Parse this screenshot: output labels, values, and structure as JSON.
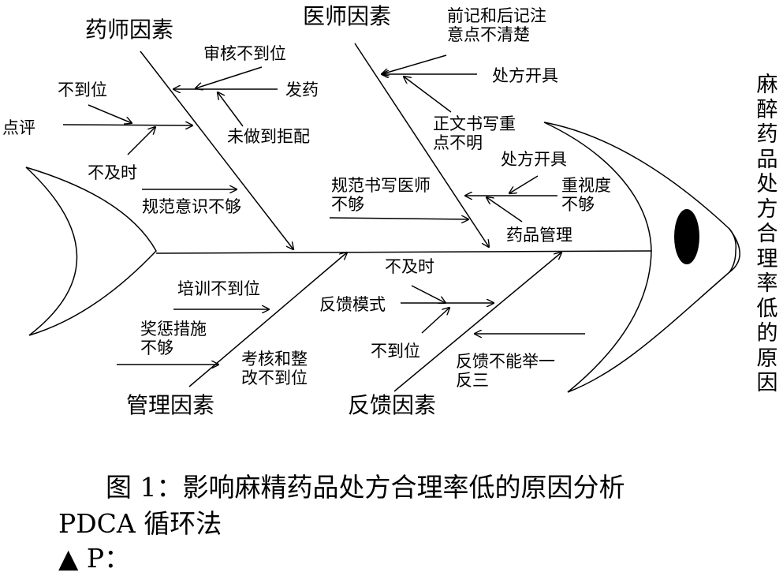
{
  "categories": {
    "pharmacist": "药师因素",
    "doctor": "医师因素",
    "management": "管理因素",
    "feedback": "反馈因素"
  },
  "effect": "麻醉药品处方合理率低的原因",
  "causes": {
    "pharmacist": {
      "review": "审核不到位",
      "dispense": "发药",
      "no_refuse": "未做到拒配",
      "not_in_place": "不到位",
      "comment": "点评",
      "not_timely": "不及时",
      "awareness": "规范意识不够"
    },
    "doctor": {
      "notes_line1": "前记和后记注",
      "notes_line2": "意点不清楚",
      "prescribing": "处方开具",
      "body_line1": "正文书写重",
      "body_line2": "点不明",
      "prescribing_2": "处方开具",
      "attention_line1": "重视度",
      "attention_line2": "不够",
      "writing_line1": "规范书写医师",
      "writing_line2": "不够",
      "drug_mgmt": "药品管理"
    },
    "management": {
      "training": "培训不到位",
      "reward_line1": "奖惩措施",
      "reward_line2": "不够",
      "assess_line1": "考核和整",
      "assess_line2": "改不到位"
    },
    "feedback": {
      "not_timely": "不及时",
      "mode": "反馈模式",
      "not_in_place": "不到位",
      "extend_line1": "反馈不能举一",
      "extend_line2": "反三"
    }
  },
  "caption": {
    "figure": "图 1：影响麻精药品处方合理率低的原因分析",
    "method": "PDCA 循环法",
    "step": "▲ P："
  }
}
